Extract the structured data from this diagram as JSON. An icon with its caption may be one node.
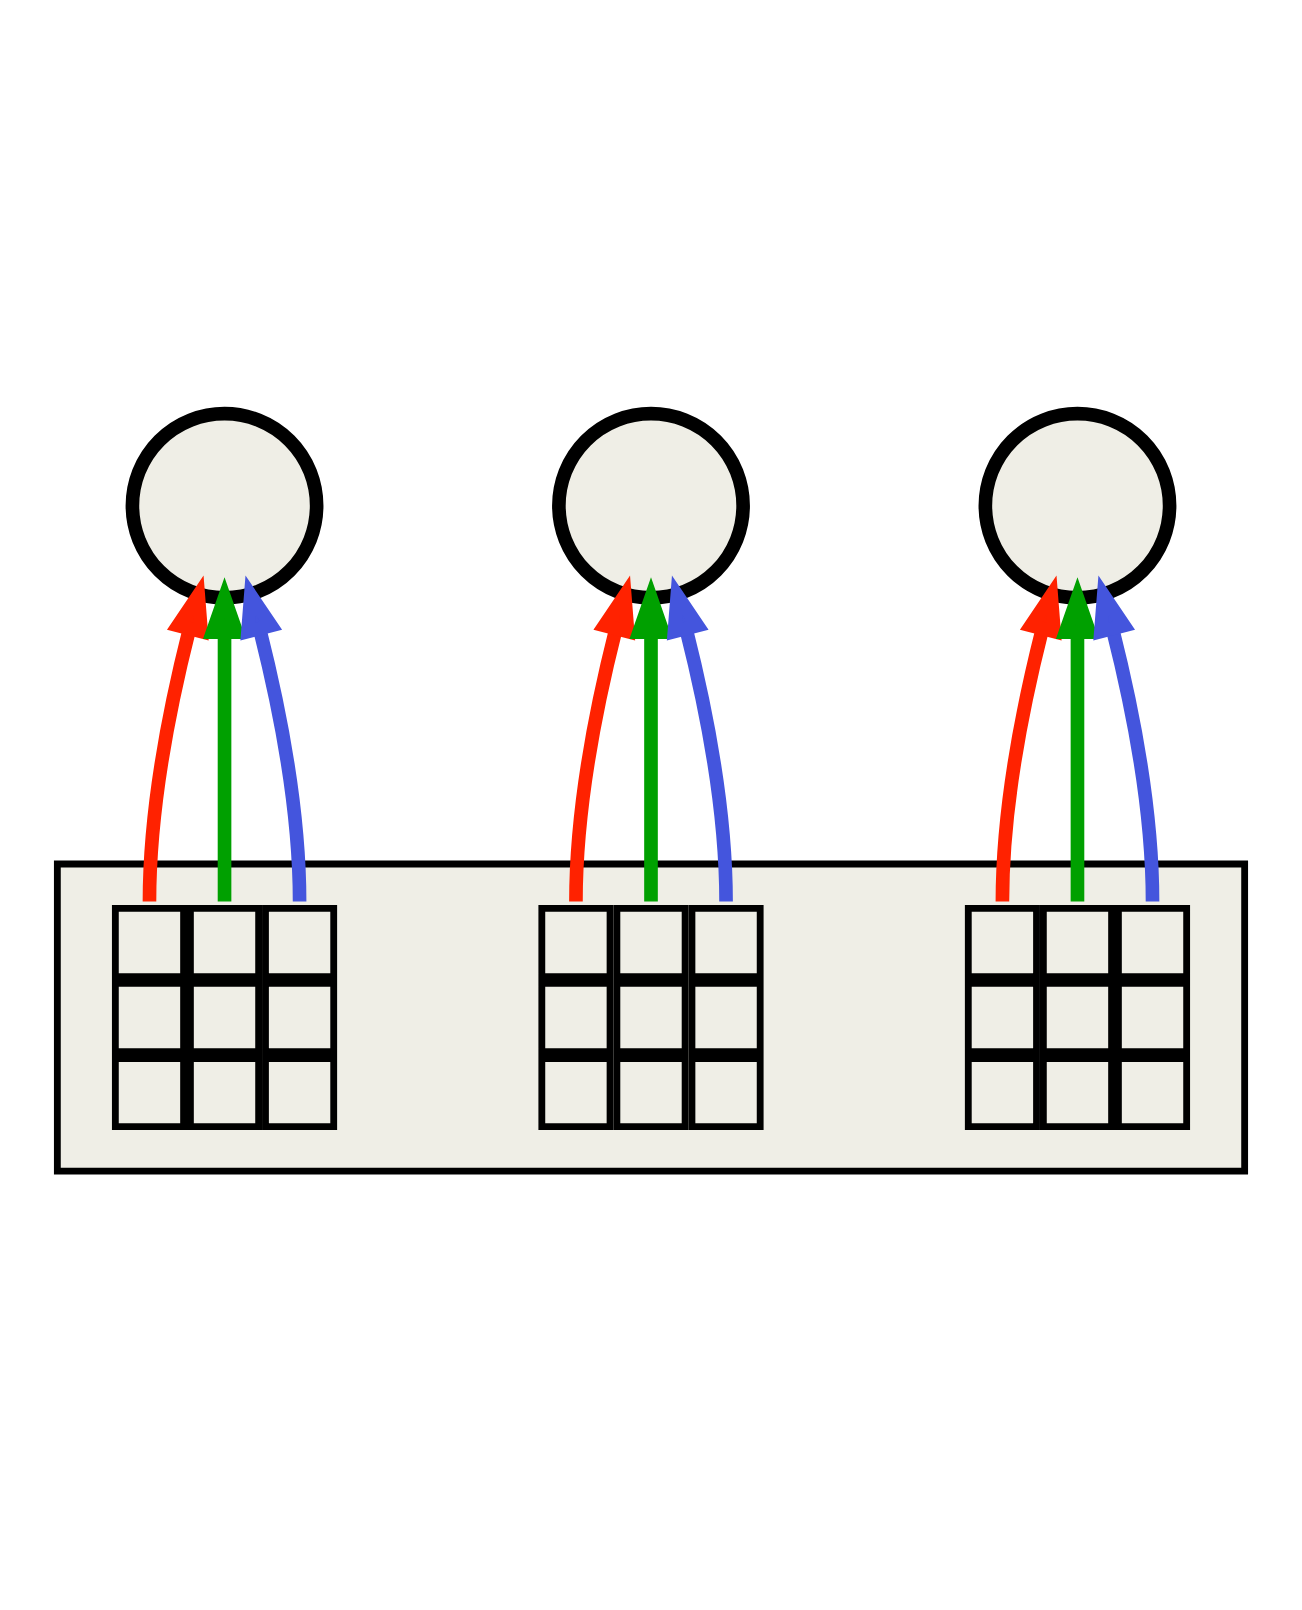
{
  "diagram": {
    "nodes": [
      {
        "text": [],
        "shape": "circle"
      },
      {
        "text": [],
        "shape": "circle"
      },
      {
        "text": [],
        "shape": "circle"
      },
      {
        "text": [],
        "shape": "box"
      },
      {
        "text": [],
        "shape": "grid",
        "in": 3
      },
      {
        "text": [],
        "shape": "grid",
        "in": 3
      },
      {
        "text": [],
        "shape": "grid",
        "in": 3
      }
    ],
    "edges": [
      {
        "from": 4,
        "to": 0,
        "arrow": "to",
        "color": "#ff2200"
      },
      {
        "from": 4,
        "to": 0,
        "arrow": "to",
        "color": "#00a000"
      },
      {
        "from": 4,
        "to": 0,
        "arrow": "to",
        "color": "#4455dd"
      },
      {
        "from": 5,
        "to": 1,
        "arrow": "to",
        "color": "#ff2200"
      },
      {
        "from": 5,
        "to": 1,
        "arrow": "to",
        "color": "#00a000"
      },
      {
        "from": 5,
        "to": 1,
        "arrow": "to",
        "color": "#4455dd"
      },
      {
        "from": 6,
        "to": 2,
        "arrow": "to",
        "color": "#ff2200"
      },
      {
        "from": 6,
        "to": 2,
        "arrow": "to",
        "color": "#00a000"
      },
      {
        "from": 6,
        "to": 2,
        "arrow": "to",
        "color": "#4455dd"
      }
    ]
  }
}
